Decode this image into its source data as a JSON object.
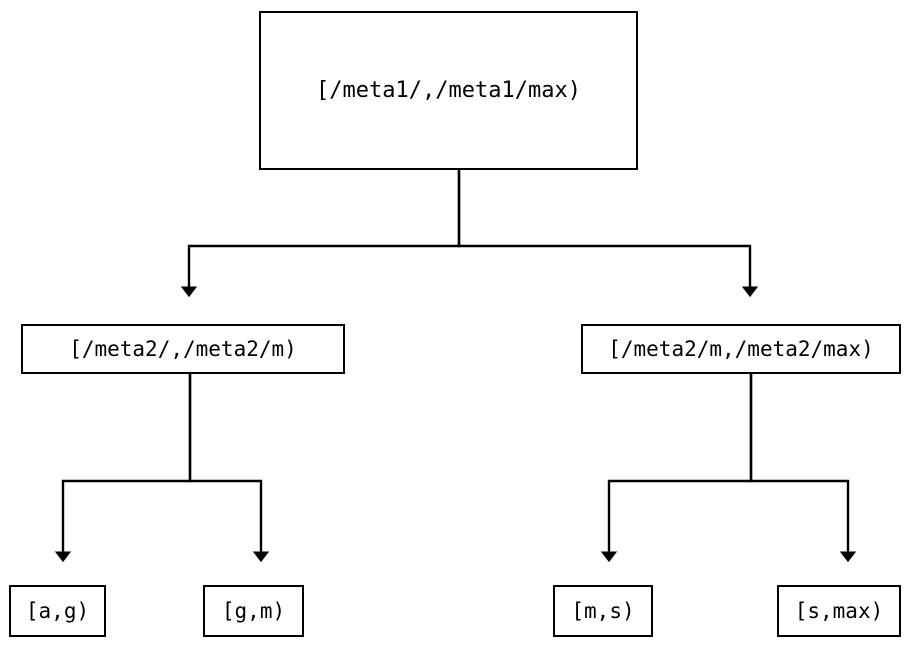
{
  "diagram": {
    "type": "tree",
    "title": "",
    "background_color": "#ffffff",
    "line_color": "#000000",
    "text_color": "#000000",
    "nodes": {
      "root": {
        "label": "[/meta1/,/meta1/max)"
      },
      "mid_left": {
        "label": "[/meta2/,/meta2/m)"
      },
      "mid_right": {
        "label": "[/meta2/m,/meta2/max)"
      },
      "leaf_1": {
        "label": "[a,g)"
      },
      "leaf_2": {
        "label": "[g,m)"
      },
      "leaf_3": {
        "label": "[m,s)"
      },
      "leaf_4": {
        "label": "[s,max)"
      }
    },
    "edges": [
      {
        "from": "root",
        "to": "mid_left",
        "arrow": "down"
      },
      {
        "from": "root",
        "to": "mid_right",
        "arrow": "down"
      },
      {
        "from": "mid_left",
        "to": "leaf_1",
        "arrow": "down"
      },
      {
        "from": "mid_left",
        "to": "leaf_2",
        "arrow": "down"
      },
      {
        "from": "mid_right",
        "to": "leaf_3",
        "arrow": "down"
      },
      {
        "from": "mid_right",
        "to": "leaf_4",
        "arrow": "down"
      }
    ]
  }
}
